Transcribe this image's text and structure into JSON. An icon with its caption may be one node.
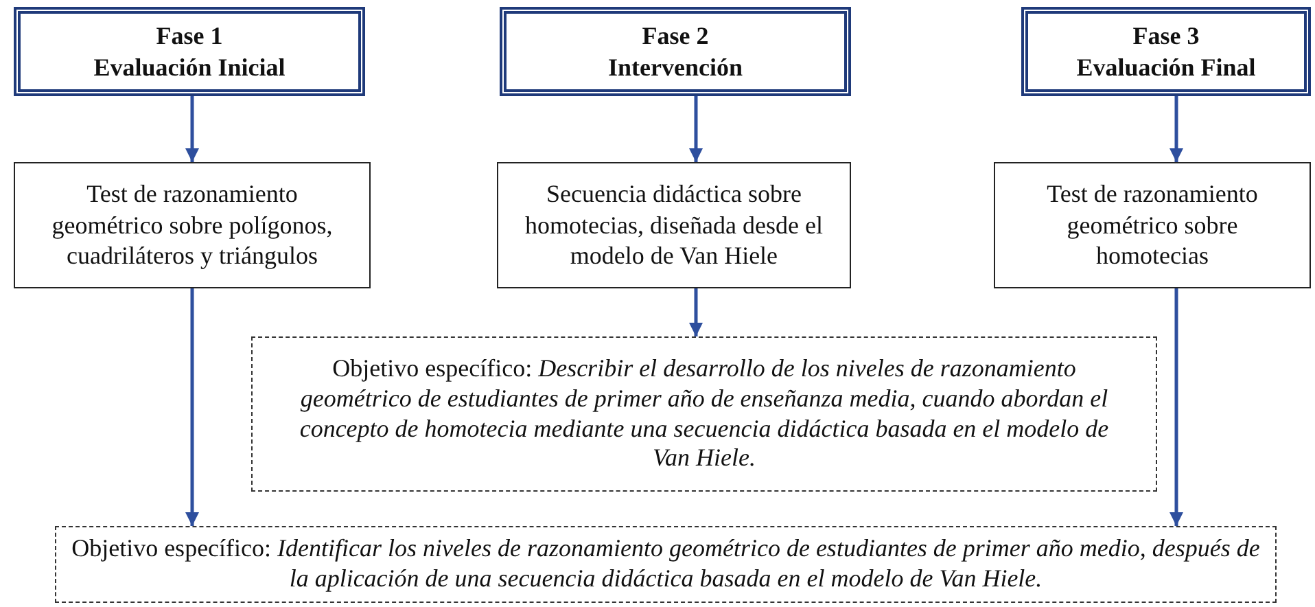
{
  "diagram": {
    "nodes": [
      {
        "text": [
          "Fase 1",
          "Evaluación Inicial"
        ]
      },
      {
        "text": [
          "Fase 2",
          "Intervención"
        ]
      },
      {
        "text": [
          "Fase 3",
          "Evaluación Final"
        ]
      },
      {
        "text": [
          "Test de razonamiento geométrico sobre polígonos, cuadriláteros y triángulos"
        ]
      },
      {
        "text": [
          "Secuencia didáctica sobre homotecias, diseñada desde el modelo de Van Hiele"
        ]
      },
      {
        "text": [
          "Test de razonamiento geométrico sobre homotecias"
        ]
      },
      {
        "text": [
          "Objetivo específico: *Describir el desarrollo de los niveles de razonamiento geométrico de estudiantes de primer año de enseñanza media, cuando abordan el concepto de homotecia mediante una secuencia didáctica basada en el modelo de Van Hiele.*"
        ]
      },
      {
        "text": [
          "Objetivo específico: *Identificar los niveles de razonamiento geométrico de estudiantes de primer año medio, después de la aplicación de una secuencia didáctica basada en el modelo de Van Hiele.*"
        ]
      }
    ],
    "edges": [
      {
        "from": 0,
        "to": 3,
        "arrow": "to"
      },
      {
        "from": 1,
        "to": 4,
        "arrow": "to"
      },
      {
        "from": 2,
        "to": 5,
        "arrow": "to"
      },
      {
        "from": 4,
        "to": 6,
        "arrow": "to"
      },
      {
        "from": 3,
        "to": 7,
        "arrow": "to"
      },
      {
        "from": 5,
        "to": 7,
        "arrow": "to"
      }
    ]
  }
}
